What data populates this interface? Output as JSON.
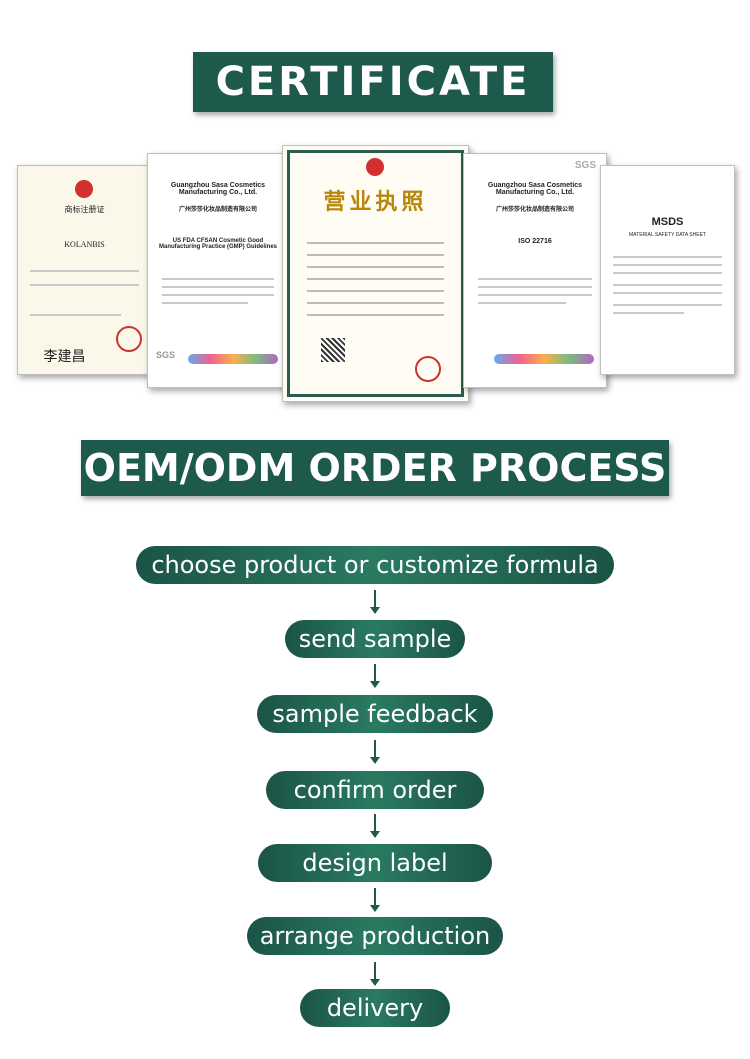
{
  "titles": {
    "certificate": "CERTIFICATE",
    "process": "OEM/ODM ORDER PROCESS"
  },
  "certificates": {
    "trademark": {
      "heading": "商标注册证",
      "brand": "KOLANBIS",
      "signature": "李建昌"
    },
    "gmp": {
      "company": "Guangzhou Sasa Cosmetics Manufacturing Co., Ltd.",
      "company_cn": "广州莎莎化妆品制造有限公司",
      "standard": "US FDA CFSAN Cosmetic Good Manufacturing Practice (GMP) Guidelines",
      "badge": "SGS"
    },
    "license": {
      "heading": "营业执照"
    },
    "iso": {
      "company": "Guangzhou Sasa Cosmetics Manufacturing Co., Ltd.",
      "company_cn": "广州莎莎化妆品制造有限公司",
      "standard": "ISO 22716",
      "badge": "SGS"
    },
    "msds": {
      "heading": "MSDS",
      "subheading": "MATERIAL SAFETY DATA SHEET"
    }
  },
  "process_steps": [
    "choose product or customize formula",
    "send sample",
    "sample feedback",
    "confirm order",
    "design label",
    "arrange production",
    "delivery"
  ],
  "colors": {
    "brand_green": "#1d5a4c"
  }
}
